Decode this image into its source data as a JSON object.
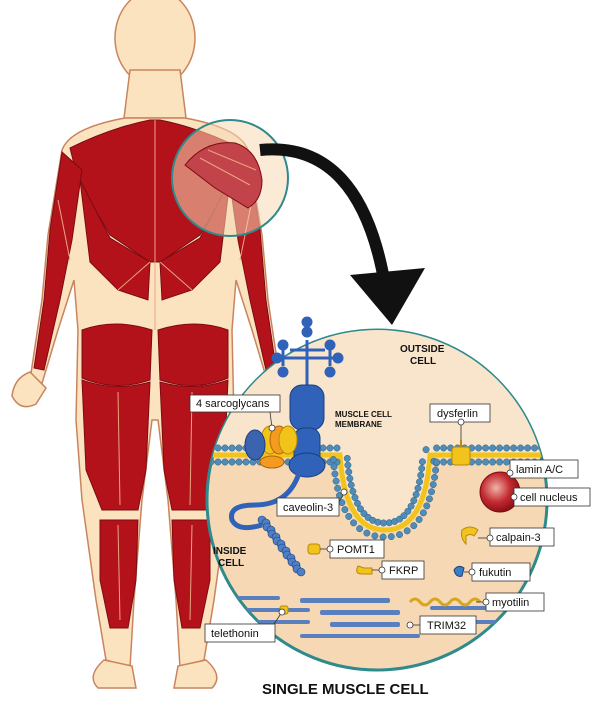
{
  "title": "SINGLE MUSCLE CELL",
  "regions": {
    "outside": [
      "OUTSIDE",
      "CELL"
    ],
    "inside": [
      "INSIDE",
      "CELL"
    ],
    "membrane": [
      "MUSCLE CELL",
      "MEMBRANE"
    ]
  },
  "labels": {
    "sarcoglycans": "4 sarcoglycans",
    "dysferlin": "dysferlin",
    "lamin": "lamin A/C",
    "nucleus": "cell nucleus",
    "caveolin": "caveolin-3",
    "calpain": "calpain-3",
    "pomt1": "POMT1",
    "fkrp": "FKRP",
    "fukutin": "fukutin",
    "myotilin": "myotilin",
    "telethonin": "telethonin",
    "trim32": "TRIM32"
  },
  "colors": {
    "skin": "#fbe3c0",
    "skin_outline": "#c9845e",
    "muscle": "#b3121b",
    "circle_fill": "#f6d8b5",
    "circle_outline": "#2e8a8c",
    "membrane_bead": "#4f8db8",
    "membrane_yellow": "#f2c31a",
    "protein_blue": "#2f62b8",
    "nucleus": "#b5242b"
  }
}
